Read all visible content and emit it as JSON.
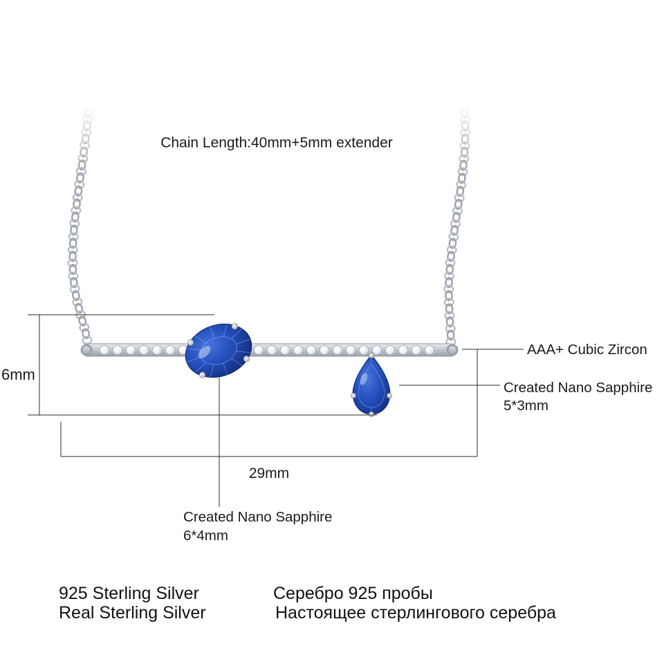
{
  "annotations": {
    "chain_length": "Chain Length:40mm+5mm extender",
    "cubic_zircon": "AAA+ Cubic Zircon",
    "small_stone": {
      "name": "Created Nano Sapphire",
      "size": "5*3mm"
    },
    "large_stone": {
      "name": "Created Nano Sapphire",
      "size": "6*4mm"
    },
    "pendant_height": "6mm",
    "pendant_width": "29mm"
  },
  "footer": {
    "english_line1": "925 Sterling Silver",
    "english_line2": "Real Sterling Silver",
    "russian_line1": "Серебро 925 пробы",
    "russian_line2": "Настоящее стерлингового серебра"
  },
  "colors": {
    "sapphire_blue": "#1c3f9e",
    "silver": "#aab0b9",
    "text": "#1a1a1a",
    "dimension_line": "#2b2b2b"
  }
}
